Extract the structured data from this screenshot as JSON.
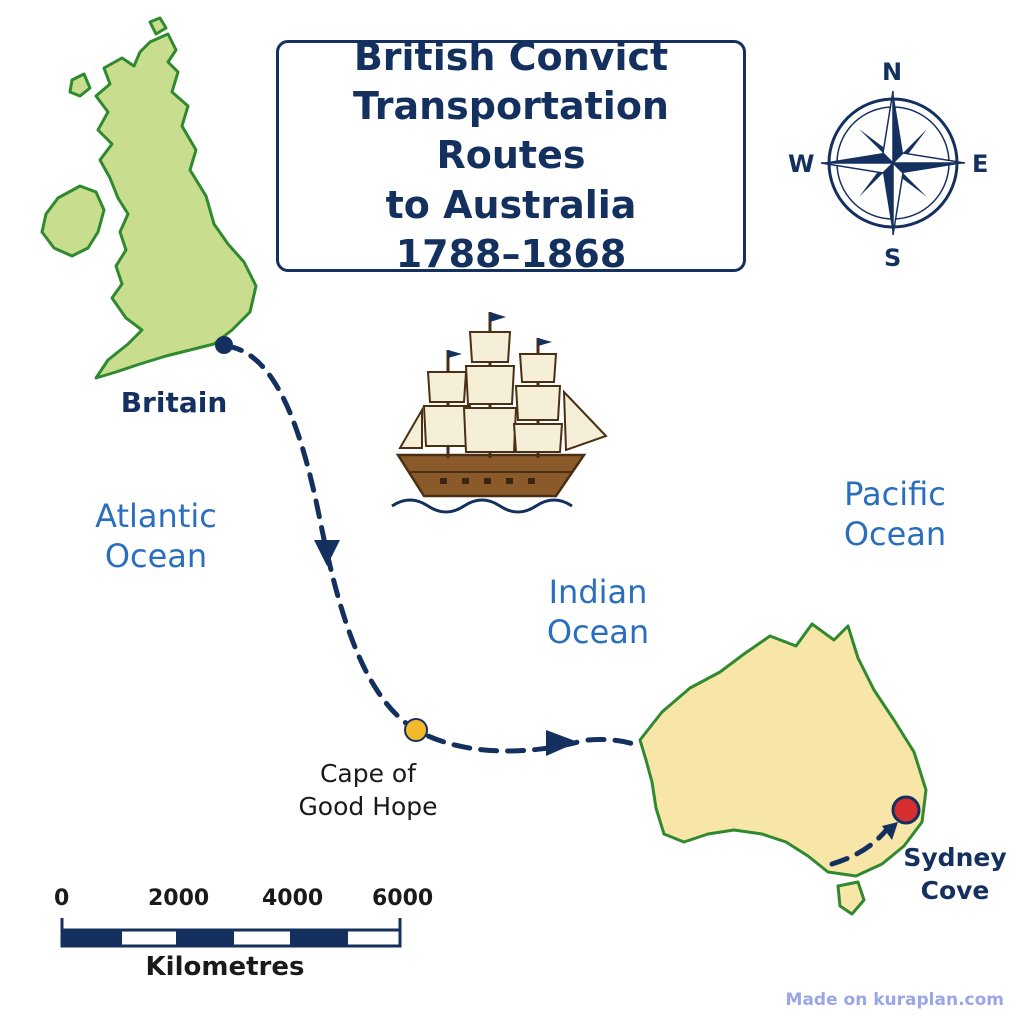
{
  "title": {
    "line1": "British Convict",
    "line2": "Transportation Routes",
    "line3": "to Australia",
    "line4": "1788–1868"
  },
  "labels": {
    "britain": "Britain",
    "cape_line1": "Cape of",
    "cape_line2": "Good Hope",
    "sydney_line1": "Sydney",
    "sydney_line2": "Cove"
  },
  "oceans": {
    "atlantic_line1": "Atlantic",
    "atlantic_line2": "Ocean",
    "indian_line1": "Indian",
    "indian_line2": "Ocean",
    "pacific_line1": "Pacific",
    "pacific_line2": "Ocean"
  },
  "compass": {
    "n": "N",
    "s": "S",
    "e": "E",
    "w": "W"
  },
  "scale_bar": {
    "ticks": [
      "0",
      "2000",
      "4000",
      "6000"
    ],
    "unit": "Kilometres"
  },
  "watermark": "Made on kuraplan.com",
  "colors": {
    "navy": "#14305e",
    "ocean_text": "#2a6fbd",
    "britain_fill": "#c9dd8e",
    "australia_fill": "#f8e6a8",
    "land_stroke": "#2f8a2f",
    "cape_marker": "#f2b92a",
    "sydney_marker": "#d62e2e",
    "ship_hull": "#8a5a2b",
    "sail": "#f6efd8"
  },
  "icons": [
    "compass-rose-icon",
    "sailing-ship-icon",
    "direction-arrow-icon"
  ]
}
